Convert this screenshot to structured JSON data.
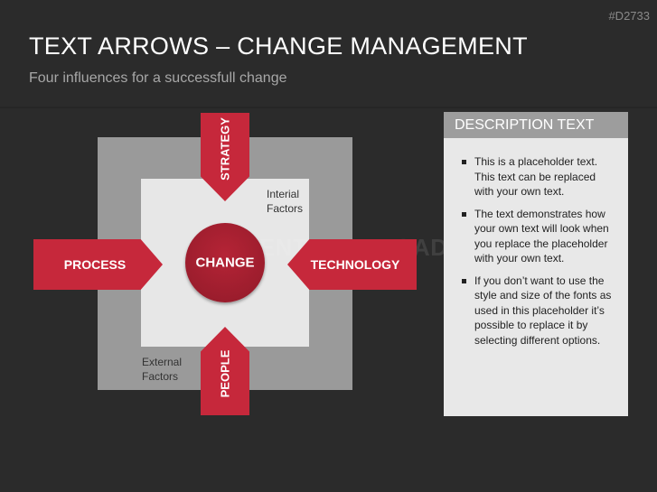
{
  "slide_code": "#D2733",
  "title": "TEXT ARROWS – CHANGE MANAGEMENT",
  "subtitle": "Four influences for a successfull change",
  "diagram": {
    "center": "CHANGE",
    "arrows": {
      "top": "STRATEGY",
      "bottom": "PEOPLE",
      "left": "PROCESS",
      "right": "TECHNOLOGY"
    },
    "inner_label_line1": "Interial",
    "inner_label_line2": "Factors",
    "outer_label_line1": "External",
    "outer_label_line2": "Factors"
  },
  "watermark": "PRESENTATIONLOAD",
  "description": {
    "heading": "DESCRIPTION TEXT",
    "bullets": [
      "This is a placeholder text. This text can be replaced with your own text.",
      "The text demonstrates how your own text will look when you replace the placeholder with your own text.",
      "If you don’t want to use the style and size of the fonts as used in this placeholder it’s possible to replace it by selecting different options."
    ]
  },
  "colors": {
    "background": "#2b2b2b",
    "accent_red": "#c6283b",
    "circle_red": "#9c1d2d",
    "outer_gray": "#9a9a9a",
    "inner_gray": "#e7e7e7"
  }
}
